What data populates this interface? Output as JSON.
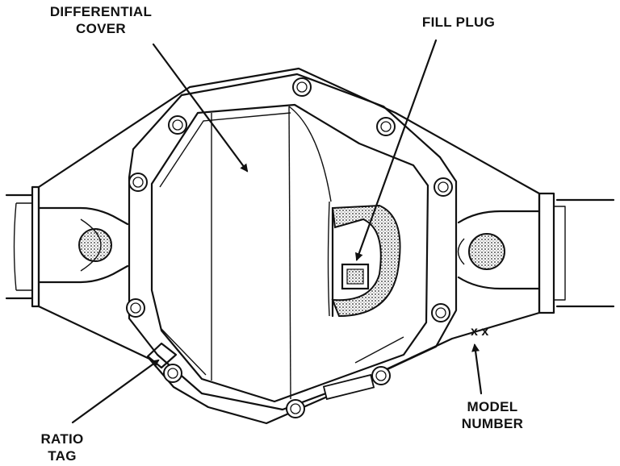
{
  "labels": {
    "differential_cover": [
      "DIFFERENTIAL",
      "COVER"
    ],
    "fill_plug": [
      "FILL PLUG"
    ],
    "ratio_tag": [
      "RATIO",
      "TAG"
    ],
    "model_number": [
      "MODEL",
      "NUMBER"
    ],
    "model_number_mark": "x x"
  }
}
